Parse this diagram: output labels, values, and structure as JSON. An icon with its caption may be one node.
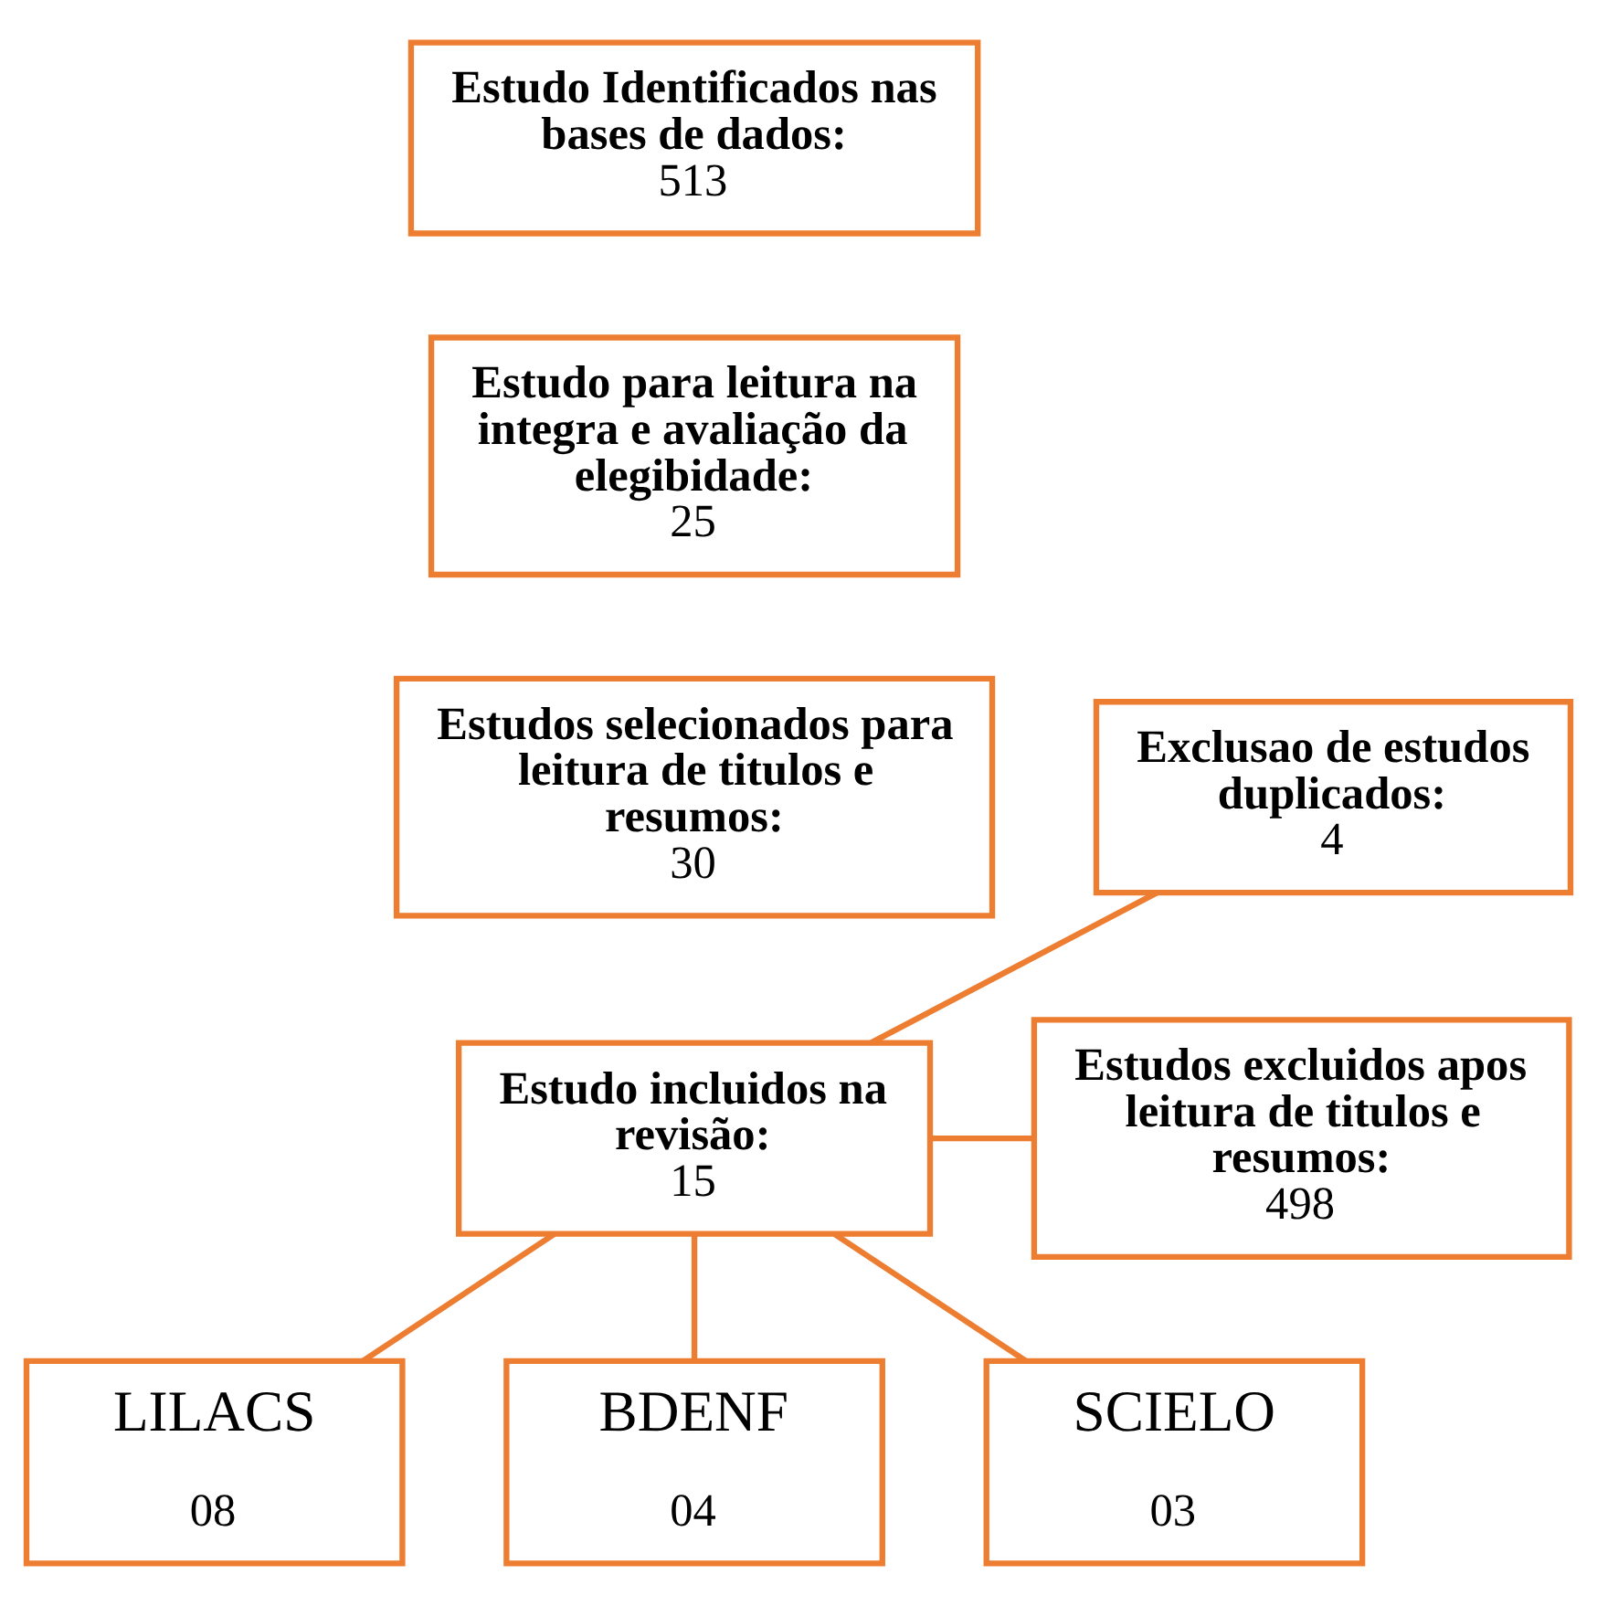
{
  "diagram": {
    "nodes": [
      {
        "text": [
          "Estudo Identificados nas bases de dados:",
          "513"
        ]
      },
      {
        "text": [
          "Estudo para leitura na integra e avaliação da elegibidade:",
          "25"
        ]
      },
      {
        "text": [
          "Estudos selecionados para leitura de titulos e resumos:",
          "30"
        ]
      },
      {
        "text": [
          "Exclusao de estudos duplicados:",
          "4"
        ]
      },
      {
        "text": [
          "Estudo incluidos na revisão:",
          "15"
        ]
      },
      {
        "text": [
          "Estudos excluidos apos leitura de titulos e resumos:",
          "498"
        ]
      },
      {
        "text": [
          "LILACS",
          "08"
        ]
      },
      {
        "text": [
          "BDENF",
          "04"
        ]
      },
      {
        "text": [
          "SCIELO",
          "03"
        ]
      }
    ],
    "edges": [
      {
        "from": 4,
        "to": 3,
        "arrow": "none"
      },
      {
        "from": 4,
        "to": 5,
        "arrow": "none"
      },
      {
        "from": 4,
        "to": 6,
        "arrow": "none"
      },
      {
        "from": 4,
        "to": 7,
        "arrow": "none"
      },
      {
        "from": 4,
        "to": 8,
        "arrow": "none"
      }
    ]
  }
}
